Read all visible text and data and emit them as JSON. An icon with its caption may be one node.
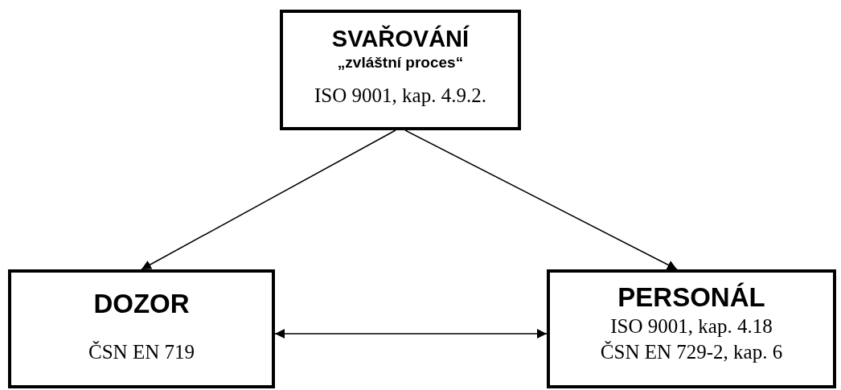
{
  "diagram": {
    "nodes": [
      {
        "text": [
          "SVAŘOVÁNÍ",
          "„zvláštní proces“",
          "ISO 9001, kap. 4.9.2."
        ]
      },
      {
        "text": [
          "DOZOR",
          "ČSN EN 719"
        ]
      },
      {
        "text": [
          "PERSONÁL",
          "ISO 9001, kap. 4.18",
          "ČSN EN 729-2, kap. 6"
        ]
      }
    ],
    "edges": [
      {
        "from": 0,
        "to": 1,
        "arrow": "to"
      },
      {
        "from": 0,
        "to": 2,
        "arrow": "to"
      },
      {
        "from": 1,
        "to": 2,
        "arrow": "both"
      }
    ]
  }
}
